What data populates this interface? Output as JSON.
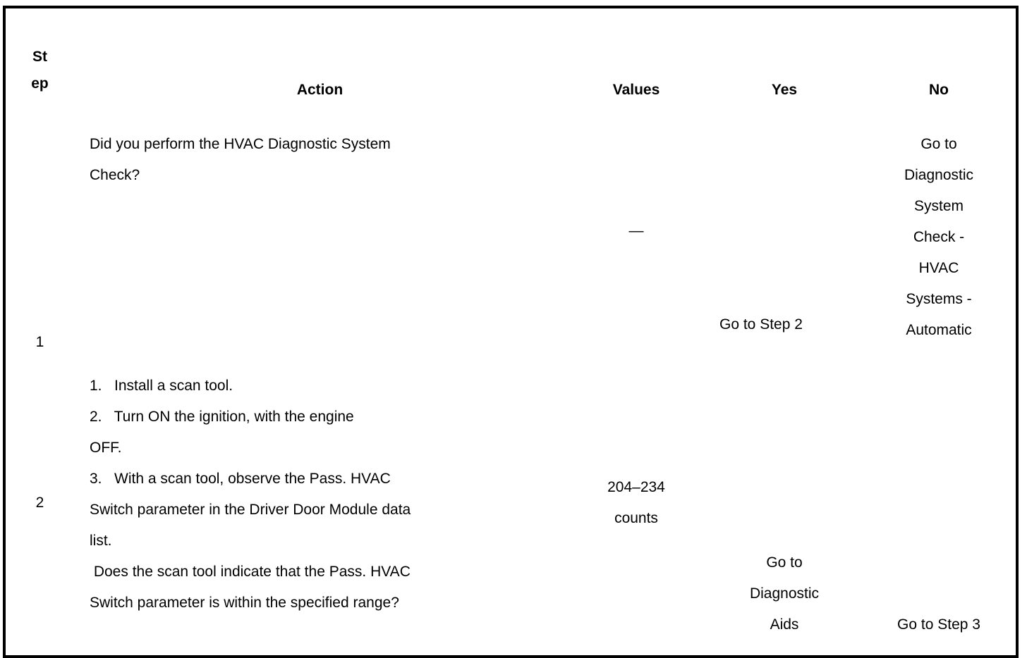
{
  "document": {
    "type": "diagnostic-procedure-table"
  },
  "table": {
    "headers": {
      "step_line1": "St",
      "step_line2": "ep",
      "action": "Action",
      "values": "Values",
      "yes": "Yes",
      "no": "No"
    },
    "rows": [
      {
        "step": "1",
        "action_lines": [
          "Did you perform the HVAC Diagnostic System",
          "Check?"
        ],
        "values_lines": [
          "—"
        ],
        "yes_lines": [
          "Go to Step 2"
        ],
        "no_lines": [
          "Go to",
          "Diagnostic",
          "System",
          "Check -",
          "HVAC",
          "Systems -",
          "Automatic"
        ]
      },
      {
        "step": "2",
        "action_lines": [
          "1.   Install a scan tool.",
          "2.   Turn ON the ignition, with the engine",
          "OFF.",
          "3.   With a scan tool, observe the Pass. HVAC",
          "Switch parameter in the Driver Door Module data",
          "list."
        ],
        "action_lines_2": [
          " Does the scan tool indicate that the Pass. HVAC",
          "Switch parameter is within the specified range?"
        ],
        "values_lines": [
          "204–234",
          "counts"
        ],
        "yes_lines": [
          "Go to",
          "Diagnostic",
          "Aids"
        ],
        "no_lines": [
          "Go to Step 3"
        ]
      }
    ]
  },
  "colors": {
    "border": "#000000",
    "text": "#000000",
    "background": "#ffffff"
  }
}
